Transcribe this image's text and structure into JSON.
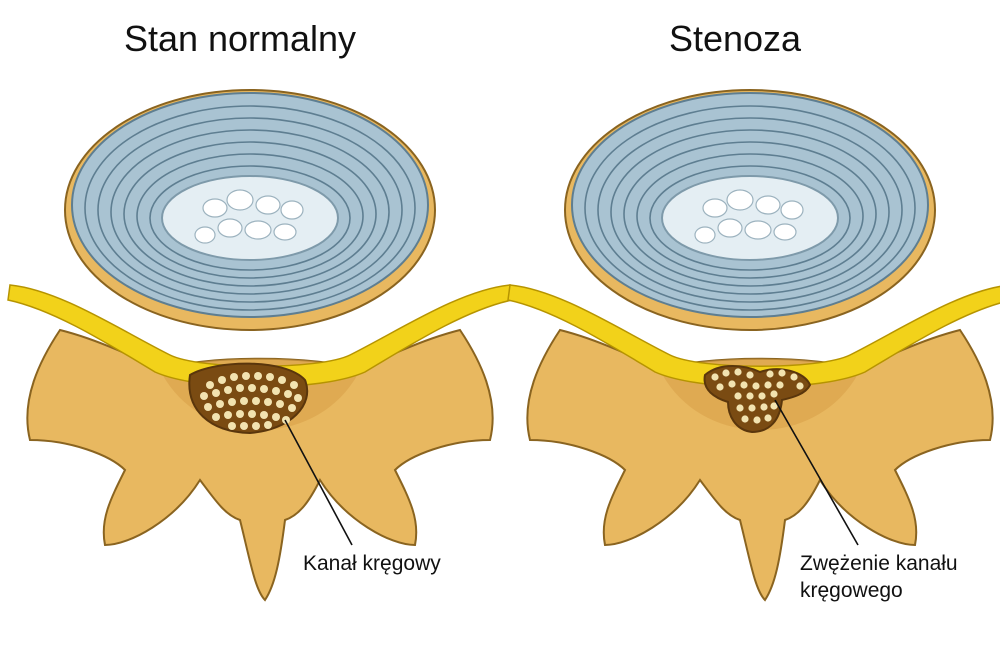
{
  "titles": {
    "left": "Stan normalny",
    "right": "Stenoza"
  },
  "labels": {
    "normal_canal": "Kanał kręgowy",
    "stenosis_line1": "Zwężenie kanału",
    "stenosis_line2": "kręgowego"
  },
  "colors": {
    "bone": "#e8b860",
    "bone_shadow": "#c98f30",
    "bone_outline": "#8a6420",
    "nerve": "#f2d21a",
    "nerve_outline": "#b69400",
    "disc": "#a9c3d2",
    "disc_ring": "#5e7e91",
    "nucleus": "#e4eef3",
    "canal_fill": "#7a4b12",
    "canal_dots": "#f2e3b0",
    "leader_line": "#111111"
  }
}
